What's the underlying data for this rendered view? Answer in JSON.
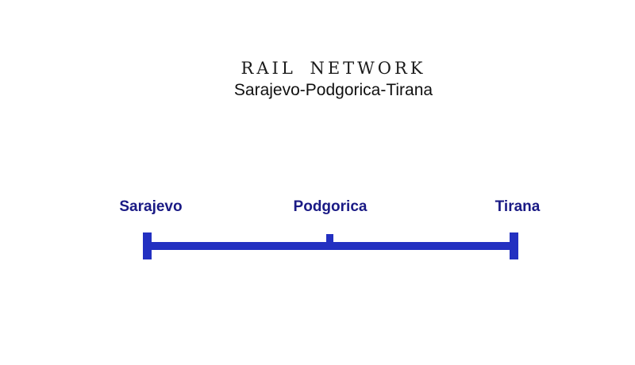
{
  "page": {
    "background_color": "#ffffff"
  },
  "header": {
    "title": "RAIL NETWORK",
    "subtitle": "Sarajevo-Podgorica-Tirana"
  },
  "diagram": {
    "line_color": "#2330c1",
    "station_label_color": "#1a1a85",
    "stations": [
      {
        "name": "Sarajevo",
        "terminus": true
      },
      {
        "name": "Podgorica",
        "terminus": false
      },
      {
        "name": "Tirana",
        "terminus": true
      }
    ]
  }
}
